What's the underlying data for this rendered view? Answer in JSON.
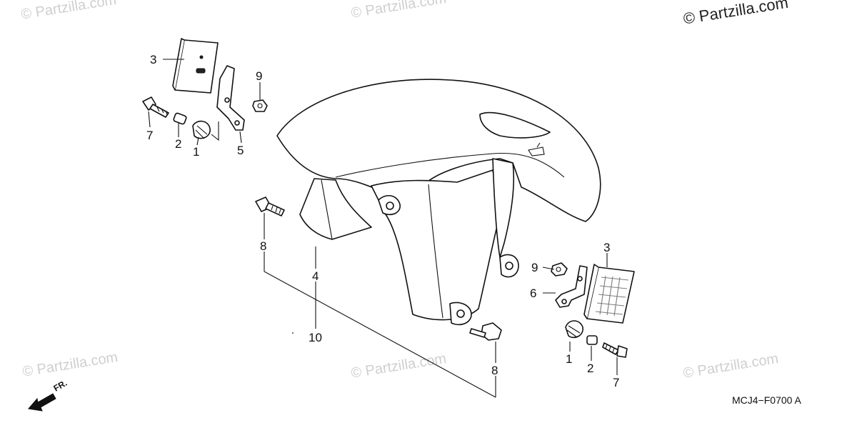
{
  "watermarks": {
    "top_left": "© Partzilla.com",
    "top_center": "© Partzilla.com",
    "top_right": "© Partzilla.com",
    "bottom_left": "© Partzilla.com",
    "bottom_center": "© Partzilla.com",
    "bottom_right": "© Partzilla.com"
  },
  "diagram_code": "MCJ4−F0700 A",
  "direction_label": "FR.",
  "callouts": {
    "left_reflector": "3",
    "left_bolt": "7",
    "left_collar": "2",
    "left_grommet": "1",
    "left_stay": "5",
    "left_nut": "9",
    "center_bolt": "8",
    "fender_inner": "4",
    "fender_assy": "10",
    "right_nut": "9",
    "right_stay": "6",
    "right_reflector": "3",
    "right_grommet": "1",
    "right_collar": "2",
    "right_bolt": "7",
    "lower_bolt": "8"
  }
}
